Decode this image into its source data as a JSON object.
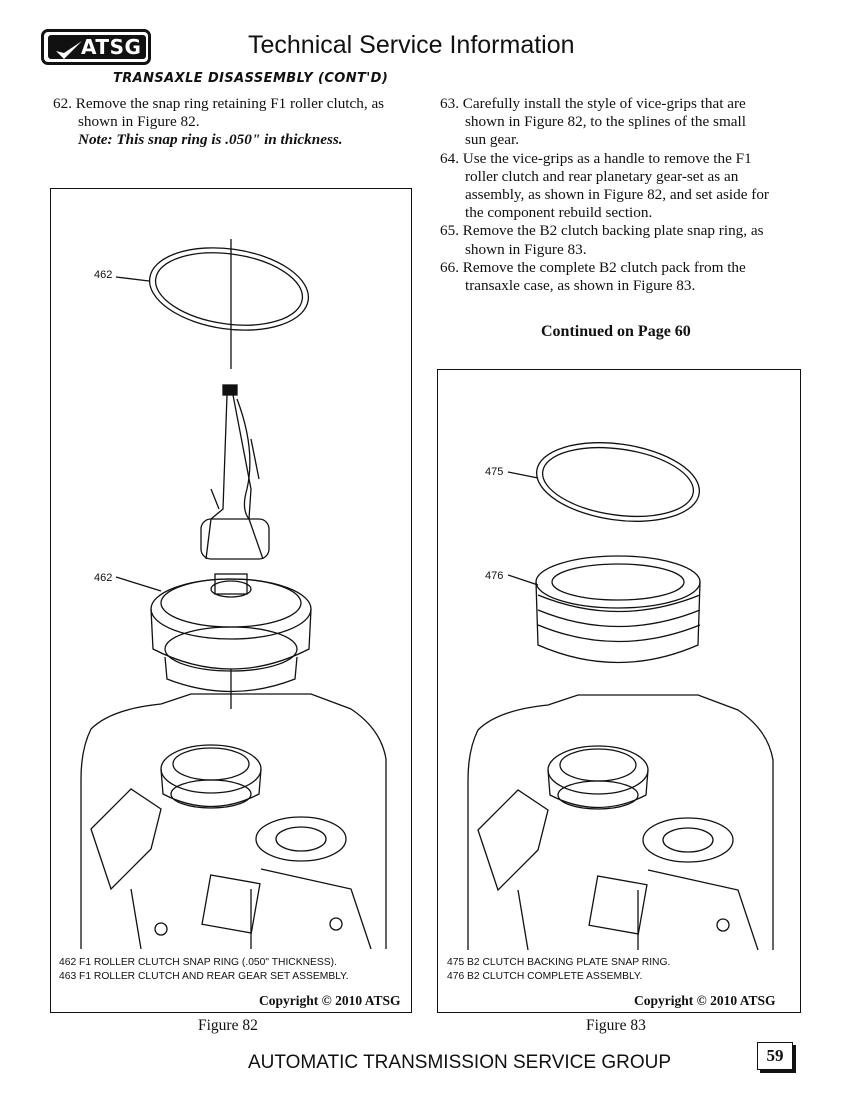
{
  "header": {
    "logo_text": "ATSG",
    "title": "Technical Service Information"
  },
  "section_title": "TRANSAXLE DISASSEMBLY (CONT'D)",
  "left_column": {
    "step_62": "62. Remove the snap ring retaining F1 roller clutch, as shown in Figure 82.",
    "note": "Note: This snap ring is .050\" in thickness."
  },
  "right_column": {
    "steps": [
      "63. Carefully install the style of vice-grips that are shown in Figure 82, to the splines of the small sun gear.",
      "64. Use the vice-grips as a handle to remove the F1 roller clutch and rear planetary gear-set as an assembly, as shown in Figure 82, and set aside for the component rebuild section.",
      "65. Remove the B2 clutch backing plate snap ring, as shown in Figure 83.",
      "66. Remove the complete B2 clutch pack from the transaxle case, as shown in Figure 83."
    ],
    "continued": "Continued on Page 60"
  },
  "figure_82": {
    "label": "Figure 82",
    "callouts": [
      "462",
      "462"
    ],
    "captions": [
      "462  F1 ROLLER CLUTCH SNAP RING  (.050\" THICKNESS).",
      "463  F1 ROLLER CLUTCH AND REAR GEAR SET ASSEMBLY."
    ],
    "copyright": "Copyright © 2010 ATSG"
  },
  "figure_83": {
    "label": "Figure 83",
    "callouts": [
      "475",
      "476"
    ],
    "captions": [
      "475  B2 CLUTCH BACKING PLATE SNAP RING.",
      "476  B2 CLUTCH COMPLETE ASSEMBLY."
    ],
    "copyright": "Copyright © 2010 ATSG"
  },
  "footer": {
    "text": "AUTOMATIC TRANSMISSION SERVICE GROUP",
    "page_number": "59"
  }
}
